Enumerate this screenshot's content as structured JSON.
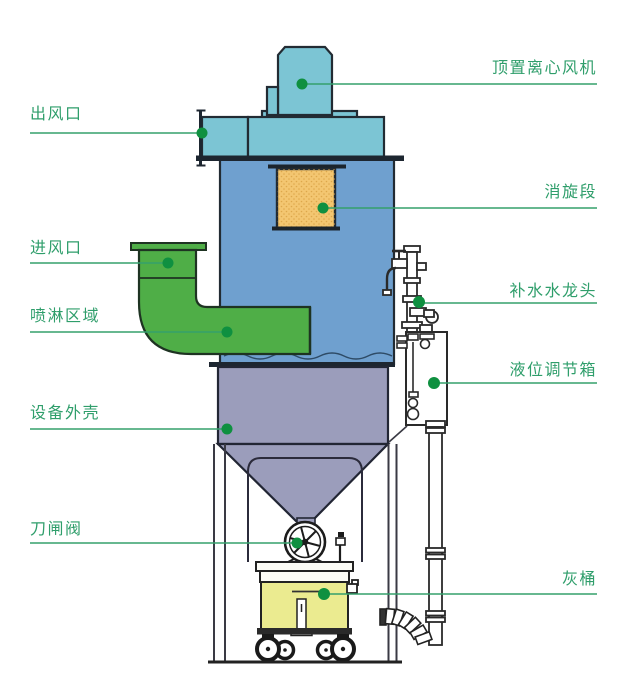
{
  "diagram": {
    "type": "labeled-equipment-diagram",
    "subject": "wet-scrubber-dust-collector",
    "labels": [
      {
        "id": "top-fan",
        "text": "顶置离心风机",
        "side": "right"
      },
      {
        "id": "air-outlet",
        "text": "出风口",
        "side": "left"
      },
      {
        "id": "deswirl-section",
        "text": "消旋段",
        "side": "right"
      },
      {
        "id": "air-inlet",
        "text": "进风口",
        "side": "left"
      },
      {
        "id": "water-tap",
        "text": "补水水龙头",
        "side": "right"
      },
      {
        "id": "spray-zone",
        "text": "喷淋区域",
        "side": "left"
      },
      {
        "id": "level-box",
        "text": "液位调节箱",
        "side": "right"
      },
      {
        "id": "equipment-shell",
        "text": "设备外壳",
        "side": "left"
      },
      {
        "id": "knife-gate-valve",
        "text": "刀闸阀",
        "side": "left"
      },
      {
        "id": "ash-bucket",
        "text": "灰桶",
        "side": "right"
      }
    ]
  },
  "colors": {
    "label_green": "#35a06c",
    "anchor_dot_green": "#0f9040",
    "fan_cyan": "#7cc5d4",
    "body_blue": "#6fa0cf",
    "deswirl_orange": "#f3c671",
    "inlet_green": "#4fae47",
    "shell_gray": "#9b9dbb",
    "bucket_yellow": "#ebeb90",
    "outline_dark": "#222b33"
  }
}
